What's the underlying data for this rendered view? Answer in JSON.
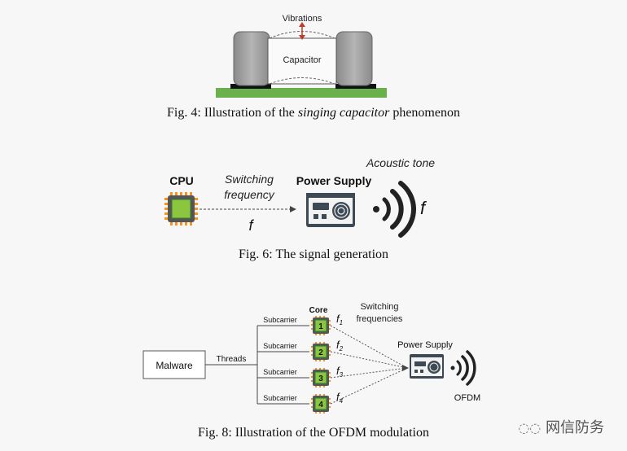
{
  "fig4": {
    "vibrations_label": "Vibrations",
    "capacitor_label": "Capacitor",
    "caption_prefix": "Fig. 4: Illustration of the ",
    "caption_emph": "singing capacitor",
    "caption_suffix": " phenomenon"
  },
  "fig6": {
    "cpu_label": "CPU",
    "switching_line1": "Switching",
    "switching_line2": "frequency",
    "power_supply_label": "Power Supply",
    "acoustic_tone_label": "Acoustic tone",
    "f_symbol": "f",
    "caption": "Fig. 6: The signal generation"
  },
  "fig8": {
    "malware_label": "Malware",
    "threads_label": "Threads",
    "core_label": "Core",
    "subcarrier_label": "Subcarrier",
    "switching_line1": "Switching",
    "switching_line2": "frequencies",
    "power_supply_label": "Power Supply",
    "ofdm_label": "OFDM",
    "cores": [
      "1",
      "2",
      "3",
      "4"
    ],
    "freq_symbols": [
      "f",
      "f",
      "f",
      "f"
    ],
    "freq_subscripts": [
      "1",
      "2",
      "3",
      "4"
    ],
    "caption": "Fig. 8: Illustration of the OFDM modulation"
  },
  "watermark": "网信防务",
  "colors": {
    "chip_green": "#8cc63f",
    "chip_orange": "#f7931e",
    "pcb_green": "#6ab04c",
    "cap_gray": "#999999",
    "psu_dark": "#3d4a56"
  }
}
